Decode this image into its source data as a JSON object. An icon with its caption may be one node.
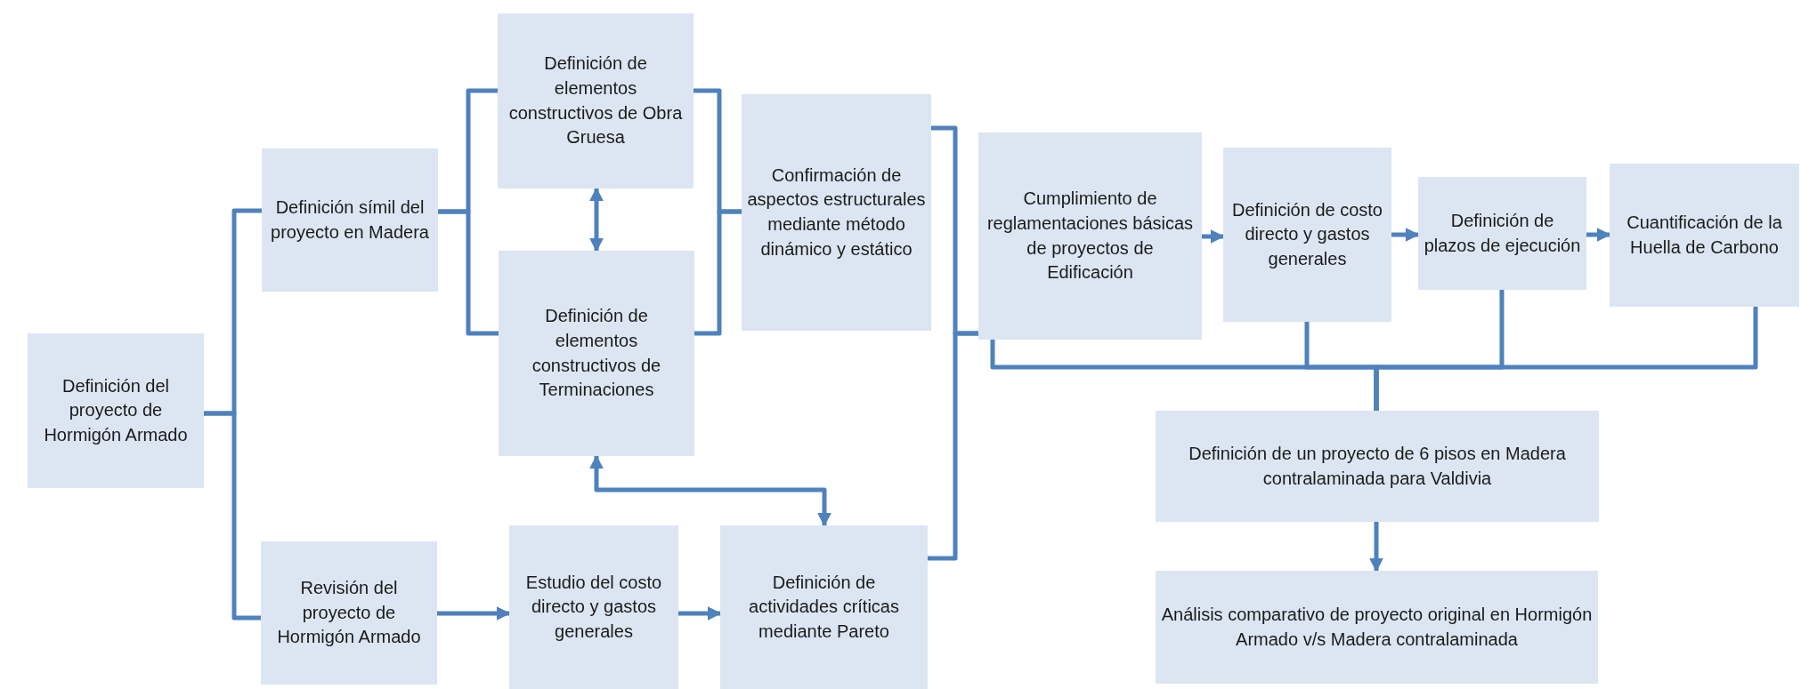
{
  "diagram": {
    "nodes": [
      {
        "text": [
          "Definición del proyecto de Hormigón Armado"
        ]
      },
      {
        "text": [
          "Definición símil del proyecto en Madera"
        ]
      },
      {
        "text": [
          "Revisión del proyecto de Hormigón Armado"
        ]
      },
      {
        "text": [
          "Definición de elementos constructivos de Obra Gruesa"
        ]
      },
      {
        "text": [
          "Definición de elementos constructivos de Terminaciones"
        ]
      },
      {
        "text": [
          "Estudio del costo directo y gastos generales"
        ]
      },
      {
        "text": [
          "Confirmación de aspectos estructurales mediante método dinámico y estático"
        ]
      },
      {
        "text": [
          "Definición de actividades críticas mediante Pareto"
        ]
      },
      {
        "text": [
          "Cumplimiento de reglamentaciones básicas de proyectos de Edificación"
        ]
      },
      {
        "text": [
          "Definición de costo directo y gastos generales"
        ]
      },
      {
        "text": [
          "Definición de plazos de ejecución"
        ]
      },
      {
        "text": [
          "Cuantificación de la Huella de Carbono"
        ]
      },
      {
        "text": [
          "Definición de un proyecto de 6 pisos en Madera contralaminada para Valdivia"
        ]
      },
      {
        "text": [
          "Análisis comparativo de proyecto original en Hormigón Armado v/s Madera contralaminada"
        ]
      }
    ],
    "edges": [
      {
        "from": 0,
        "to": 1,
        "arrow": "none"
      },
      {
        "from": 0,
        "to": 2,
        "arrow": "none"
      },
      {
        "from": 1,
        "to": 3,
        "arrow": "none"
      },
      {
        "from": 1,
        "to": 4,
        "arrow": "none"
      },
      {
        "from": 3,
        "to": 4,
        "arrow": "both"
      },
      {
        "from": 3,
        "to": 6,
        "arrow": "none"
      },
      {
        "from": 4,
        "to": 6,
        "arrow": "none"
      },
      {
        "from": 2,
        "to": 5,
        "arrow": "to"
      },
      {
        "from": 5,
        "to": 7,
        "arrow": "to"
      },
      {
        "from": 4,
        "to": 7,
        "arrow": "both"
      },
      {
        "from": 6,
        "to": 8,
        "arrow": "none"
      },
      {
        "from": 7,
        "to": 8,
        "arrow": "none"
      },
      {
        "from": 8,
        "to": 9,
        "arrow": "to"
      },
      {
        "from": 9,
        "to": 10,
        "arrow": "to"
      },
      {
        "from": 10,
        "to": 11,
        "arrow": "to"
      },
      {
        "from": 8,
        "to": 12,
        "arrow": "none"
      },
      {
        "from": 9,
        "to": 12,
        "arrow": "none"
      },
      {
        "from": 10,
        "to": 12,
        "arrow": "none"
      },
      {
        "from": 11,
        "to": 12,
        "arrow": "none"
      },
      {
        "from": 12,
        "to": 13,
        "arrow": "to"
      }
    ]
  }
}
